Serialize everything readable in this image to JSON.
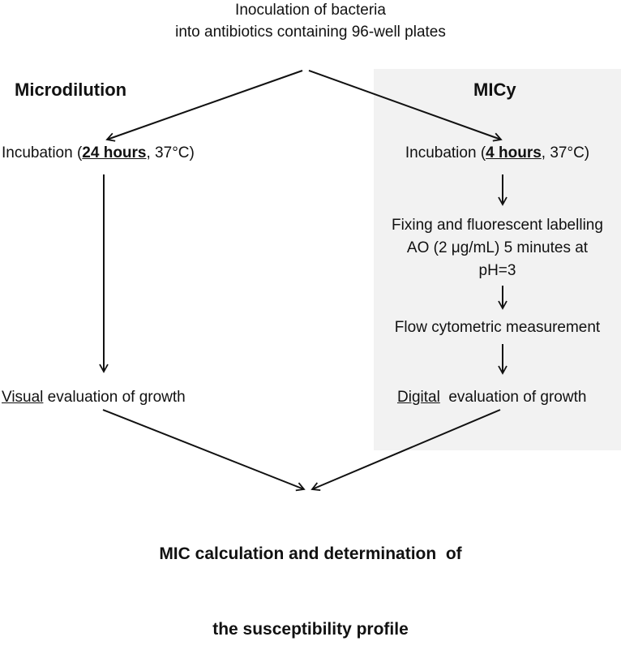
{
  "top": {
    "line1": "Inoculation of bacteria",
    "line2": "into antibiotics containing 96-well plates"
  },
  "left": {
    "heading": "Microdilution",
    "incubation": {
      "prefix": "Incubation (",
      "emph": "24 hours",
      "suffix": ", 37°C)"
    },
    "evaluation": {
      "emph": "Visual",
      "rest": " evaluation of growth"
    }
  },
  "right": {
    "heading": "MICy",
    "incubation": {
      "prefix": "Incubation (",
      "emph": "4 hours",
      "suffix": ", 37°C)"
    },
    "fixing": {
      "line1": "Fixing and fluorescent labelling",
      "line2": "AO (2 μg/mL) 5 minutes at",
      "line3": "pH=3"
    },
    "measurement": "Flow cytometric measurement",
    "evaluation": {
      "emph": "Digital",
      "rest": "  evaluation of growth"
    }
  },
  "bottom": {
    "line1": "MIC calculation and determination  of",
    "line2": "the susceptibility profile"
  },
  "colors": {
    "panel": "#f2f2f2",
    "ink": "#111111"
  }
}
